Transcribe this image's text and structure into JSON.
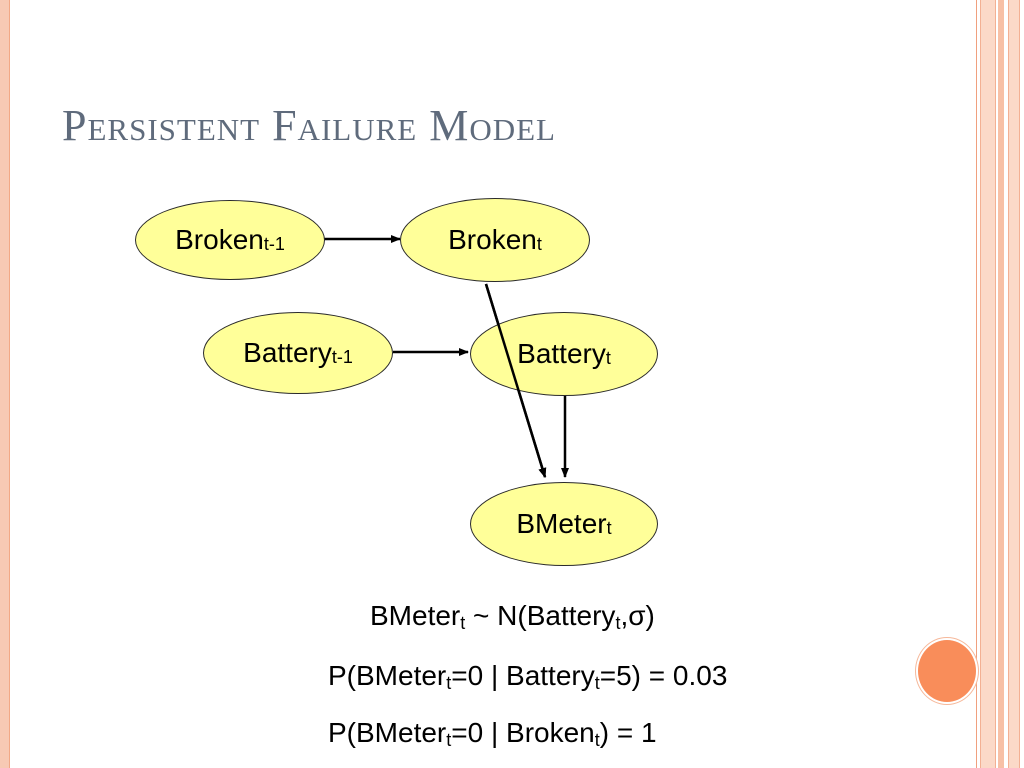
{
  "title": "Persistent Failure Model",
  "nodes": {
    "broken_prev": {
      "base": "Broken",
      "sub": "t-1"
    },
    "broken_t": {
      "base": "Broken",
      "sub": "t"
    },
    "battery_prev": {
      "base": "Battery",
      "sub": "t-1"
    },
    "battery_t": {
      "base": "Battery",
      "sub": "t"
    },
    "bmeter_t": {
      "base": "BMeter",
      "sub": "t"
    }
  },
  "edges": [
    [
      "broken_prev",
      "broken_t"
    ],
    [
      "battery_prev",
      "battery_t"
    ],
    [
      "broken_t",
      "bmeter_t"
    ],
    [
      "battery_t",
      "bmeter_t"
    ]
  ],
  "equations": {
    "eq1": {
      "a": "BMeter",
      "a_sub": "t",
      "b": " ~ N(Battery",
      "b_sub": "t",
      "c": ",σ)"
    },
    "eq2": {
      "a": "P(BMeter",
      "a_sub": "t",
      "b": "=0 | Battery",
      "b_sub": "t",
      "c": "=5) = 0.03"
    },
    "eq3": {
      "a": "P(BMeter",
      "a_sub": "t",
      "b": "=0 | Broken",
      "b_sub": "t",
      "c": ") = 1"
    }
  },
  "colors": {
    "node_fill": "#ffff99",
    "title": "#5f6b7c",
    "accent": "#f98d5a"
  }
}
